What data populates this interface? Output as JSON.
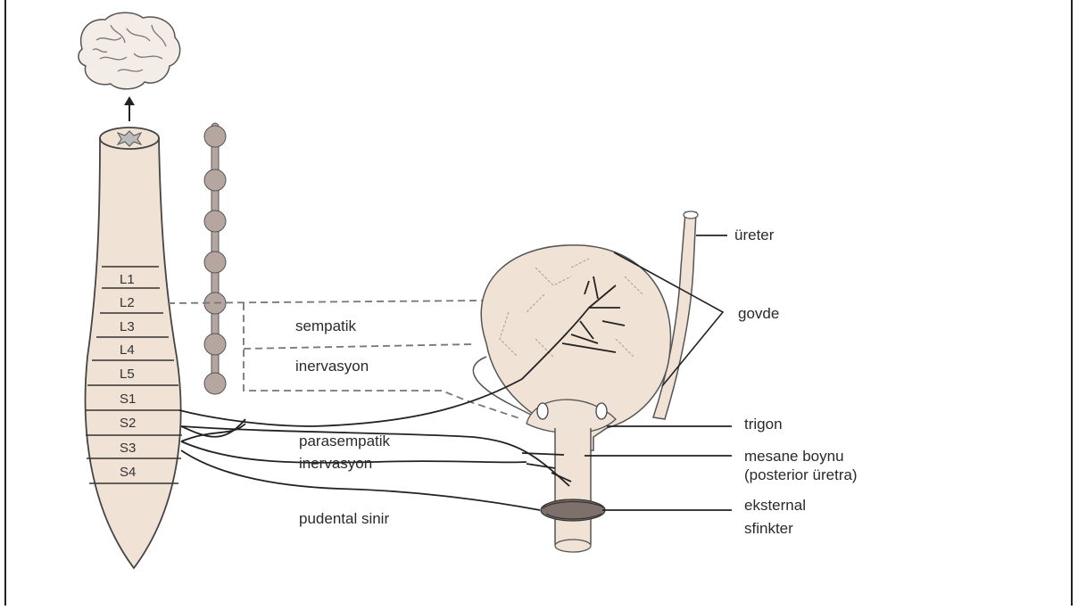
{
  "segments": [
    "L1",
    "L2",
    "L3",
    "L4",
    "L5",
    "S1",
    "S2",
    "S3",
    "S4"
  ],
  "labels": {
    "sympathetic": "sempatik",
    "sympathetic_inervation": "inervasyon",
    "parasympathetic": "parasempatik",
    "parasympathetic_inervation": "inervasyon",
    "pudendal": "pudental sinir",
    "ureter": "üreter",
    "body": "govde",
    "trigone": "trigon",
    "bladder_neck": "mesane boynu",
    "posterior_urethra": "(posterior üretra)",
    "external": "eksternal",
    "sphincter": "sfinkter"
  },
  "colors": {
    "tissue": "#f1e2d6",
    "ganglion": "#b5a79f",
    "line": "#222222",
    "dashed": "#777777"
  }
}
